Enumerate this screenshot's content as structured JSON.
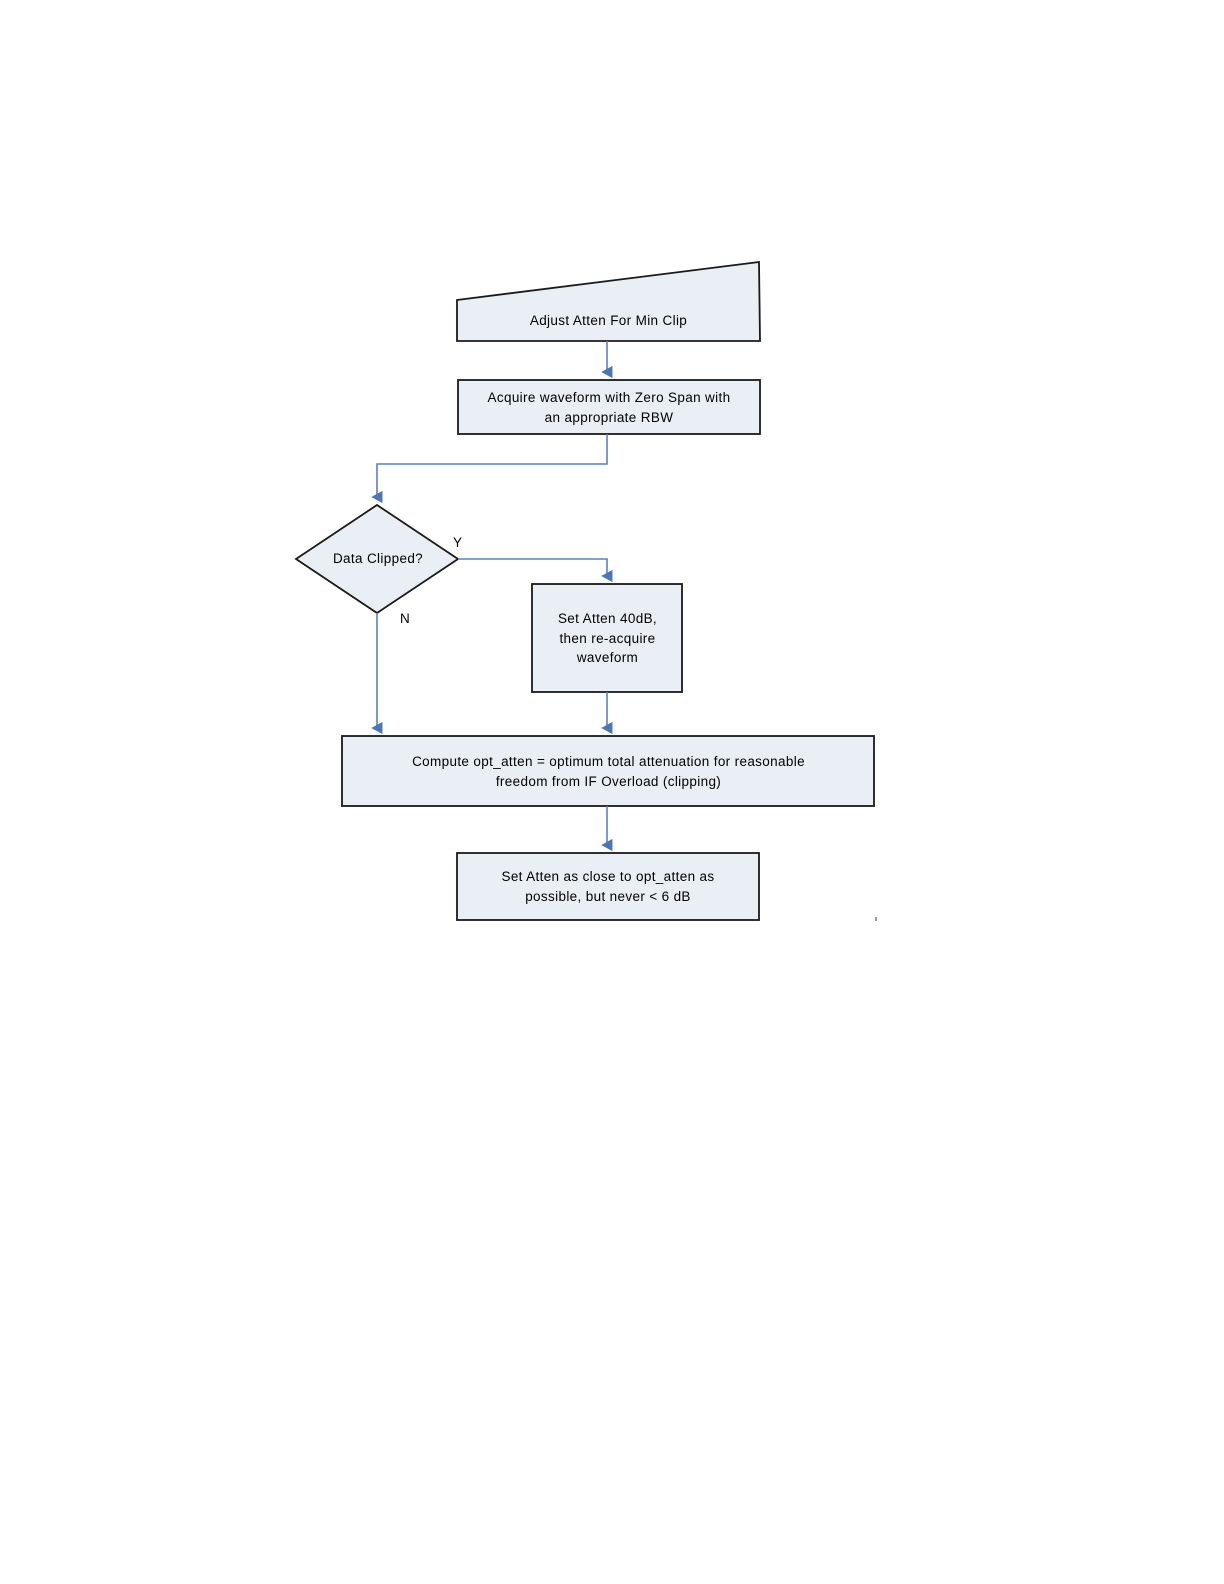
{
  "diagram": {
    "title": "Adjust Atten For Min Clip",
    "type": "flowchart",
    "orientation": "top-to-bottom",
    "colors": {
      "node_fill": "#eaeef5",
      "node_stroke": "#1a1a1a",
      "connector": "#5b80bd",
      "text": "#000000",
      "background": "#ffffff"
    },
    "nodes": [
      {
        "id": "start",
        "shape": "trapezoid",
        "label": "Adjust Atten For Min Clip"
      },
      {
        "id": "acquire",
        "shape": "rectangle",
        "label": "Acquire waveform with Zero Span with\nan appropriate RBW"
      },
      {
        "id": "decision",
        "shape": "diamond",
        "label": "Data Clipped?"
      },
      {
        "id": "set_atten_40",
        "shape": "rectangle",
        "label": "Set Atten 40dB,\nthen re-acquire\nwaveform"
      },
      {
        "id": "compute",
        "shape": "rectangle",
        "label": "Compute opt_atten = optimum total attenuation for reasonable\nfreedom from IF Overload (clipping)"
      },
      {
        "id": "final",
        "shape": "rectangle",
        "label": "Set Atten as close to opt_atten as\npossible, but never < 6 dB"
      }
    ],
    "edges": [
      {
        "id": "e1",
        "from": "start",
        "to": "acquire",
        "label": ""
      },
      {
        "id": "e2",
        "from": "acquire",
        "to": "decision",
        "label": ""
      },
      {
        "id": "e3",
        "from": "decision",
        "to": "set_atten_40",
        "label": "Y"
      },
      {
        "id": "e4",
        "from": "decision",
        "to": "compute",
        "label": "N"
      },
      {
        "id": "e5",
        "from": "set_atten_40",
        "to": "compute",
        "label": ""
      },
      {
        "id": "e6",
        "from": "compute",
        "to": "final",
        "label": ""
      }
    ]
  }
}
